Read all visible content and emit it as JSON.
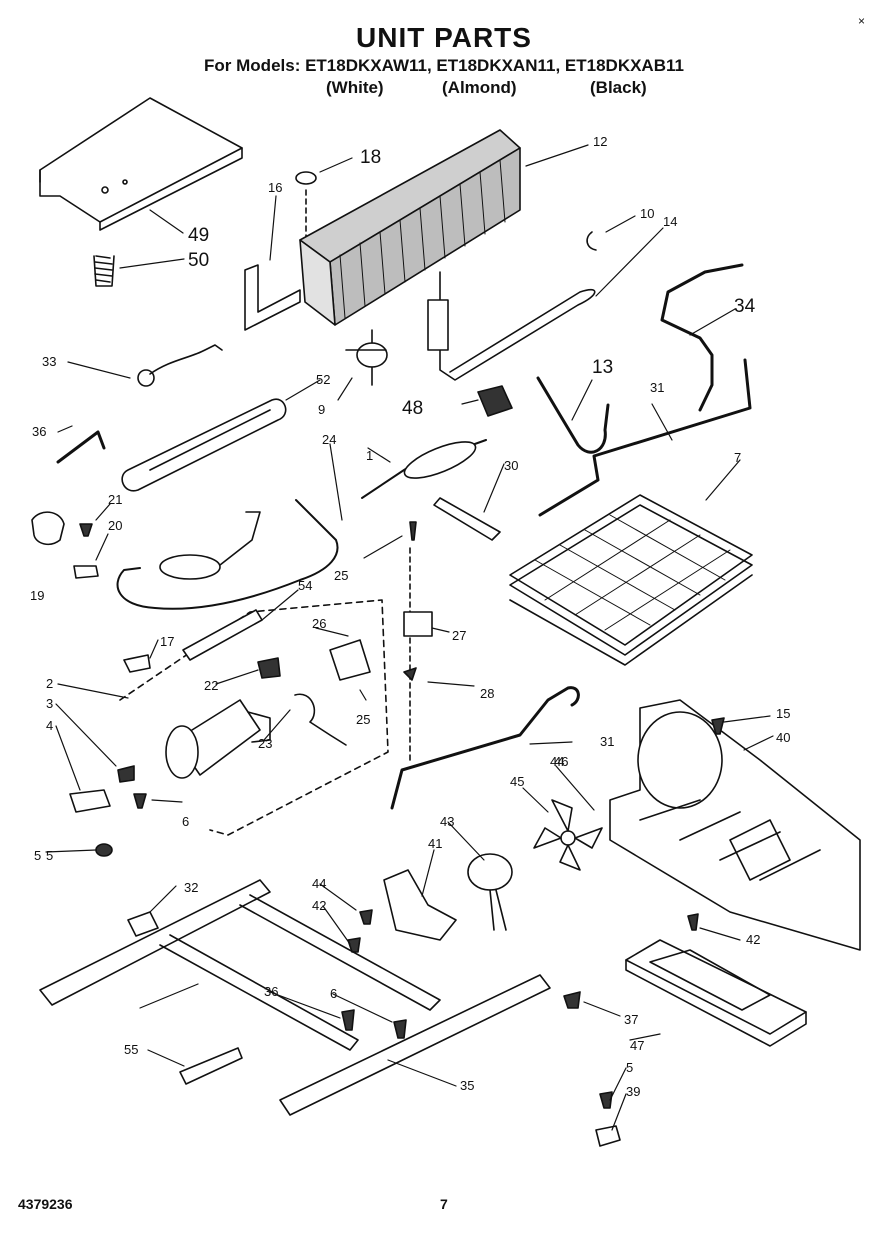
{
  "header": {
    "title": "UNIT PARTS",
    "models": "For Models: ET18DKXAW11, ET18DKXAN11, ET18DKXAB11",
    "variants": [
      "(White)",
      "(Almond)",
      "(Black)"
    ]
  },
  "corner_mark": "×",
  "callouts": [
    "12",
    "18",
    "16",
    "10",
    "14",
    "49",
    "50",
    "34",
    "33",
    "52",
    "9",
    "13",
    "48",
    "36",
    "24",
    "1",
    "31",
    "30",
    "7",
    "21",
    "20",
    "19",
    "25",
    "54",
    "26",
    "17",
    "27",
    "2",
    "3",
    "4",
    "22",
    "23",
    "25",
    "28",
    "31",
    "15",
    "40",
    "44",
    "5",
    "6",
    "43",
    "41",
    "45",
    "46",
    "44",
    "42",
    "42",
    "5",
    "32",
    "36",
    "6",
    "37",
    "47",
    "55",
    "35",
    "5",
    "39"
  ],
  "footer": {
    "doc_number": "4379236",
    "page_number": "7"
  }
}
